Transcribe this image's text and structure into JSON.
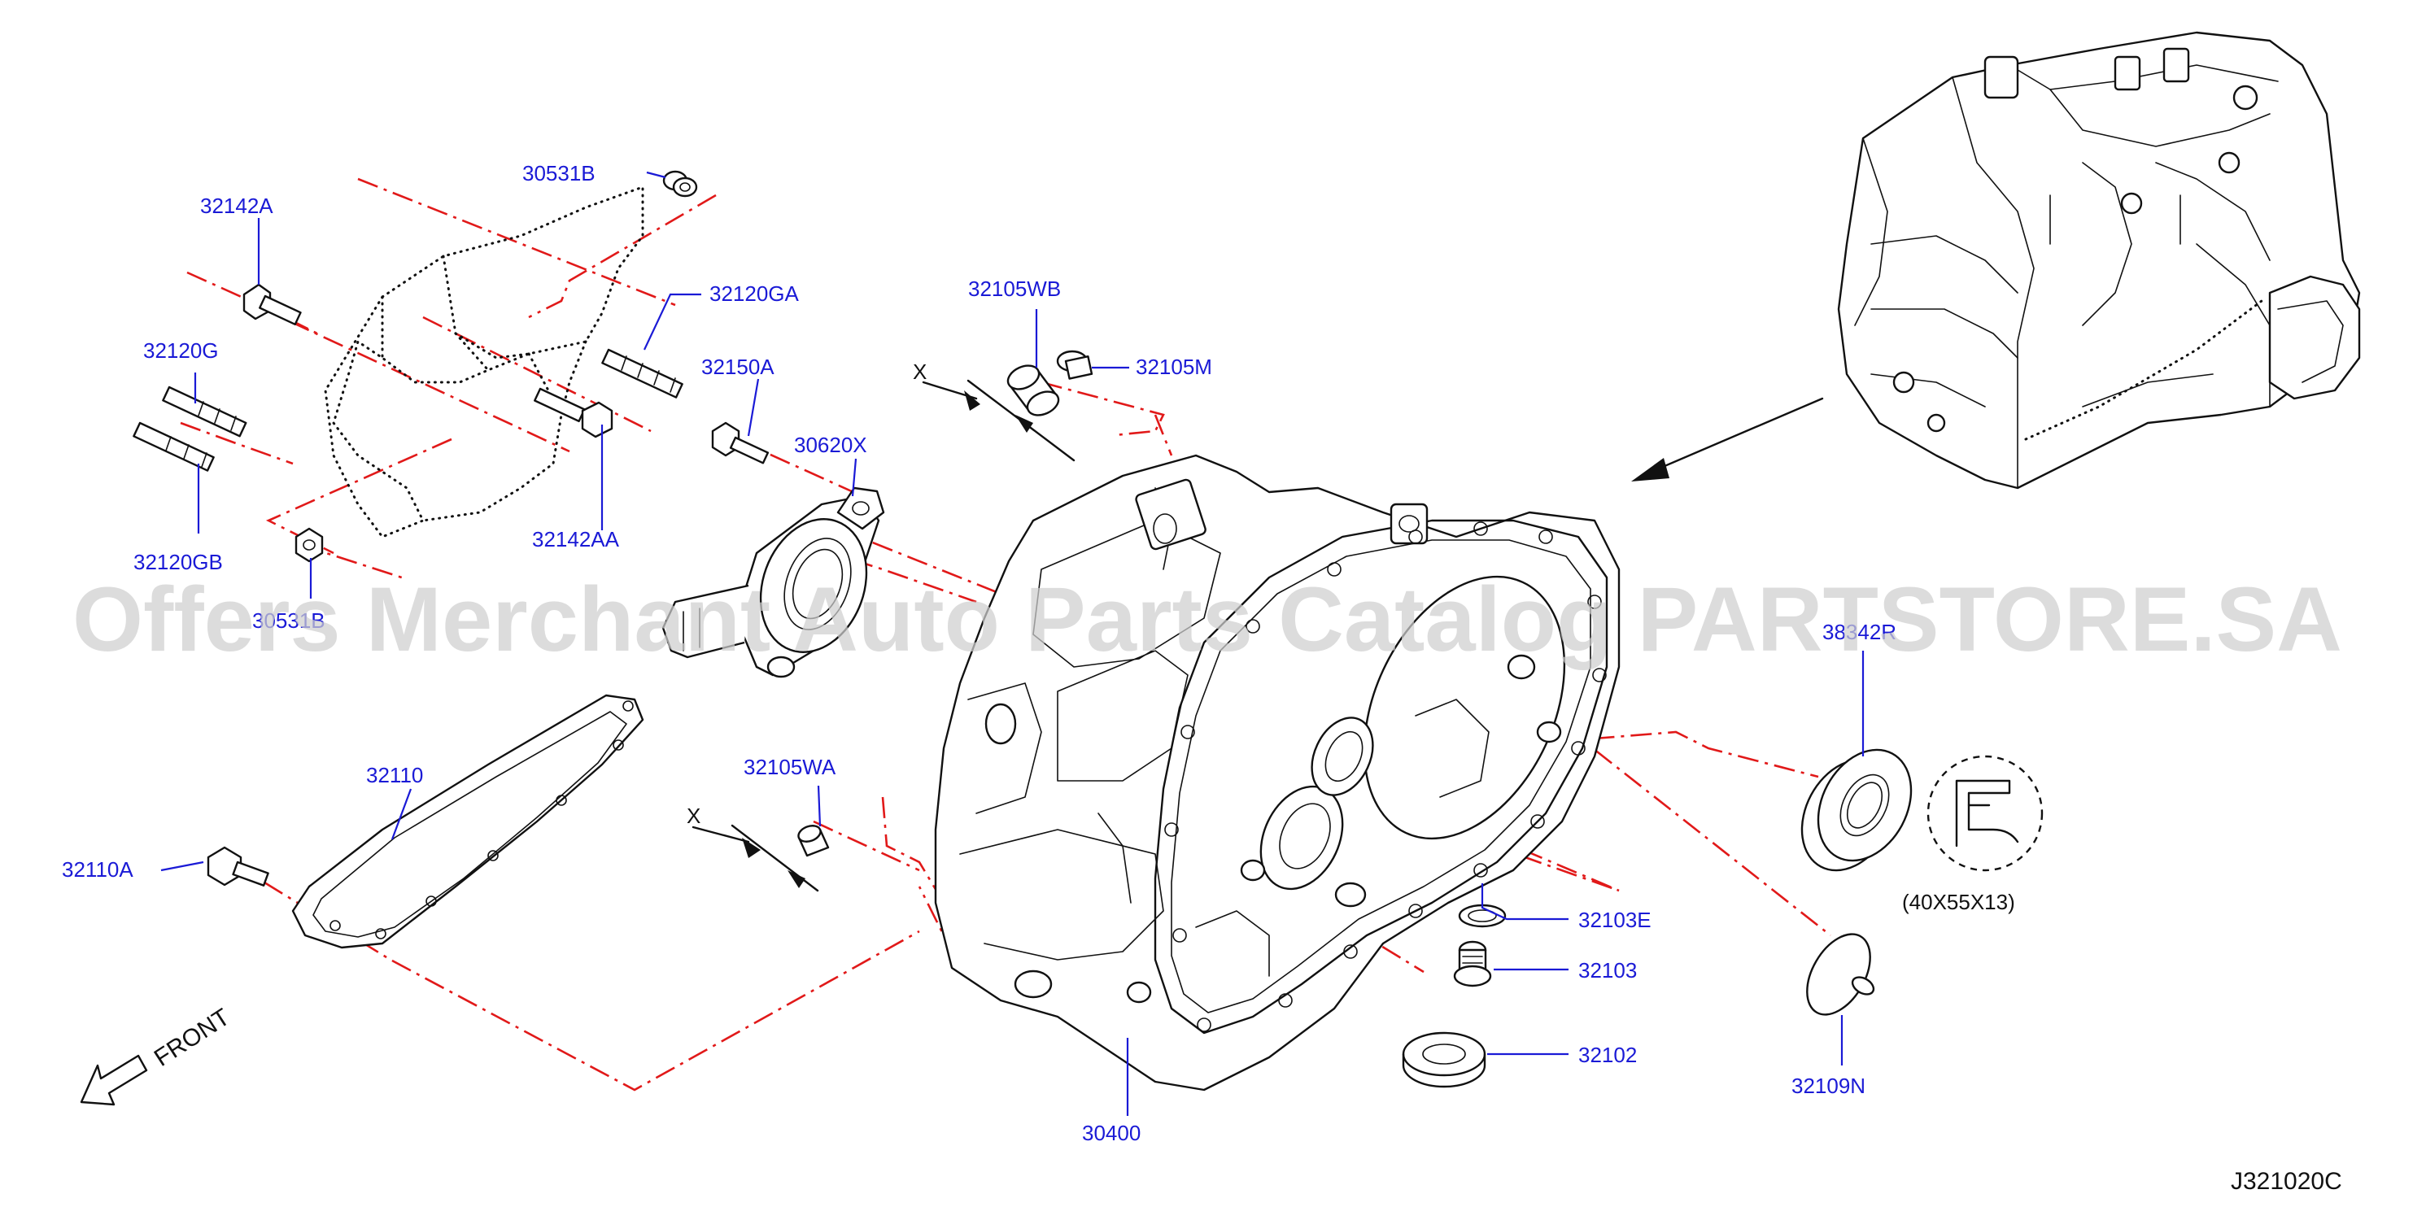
{
  "diagram": {
    "diagram_code": "J321020C",
    "front_label": "FRONT",
    "watermark": "Offers Merchant Auto Parts Catalog PARTSTORE.SA",
    "dimension_note": "(40X55X13)",
    "section_mark": "X",
    "parts": [
      {
        "id": "p_30531b_top",
        "number": "30531B"
      },
      {
        "id": "p_32142a",
        "number": "32142A"
      },
      {
        "id": "p_32120ga",
        "number": "32120GA"
      },
      {
        "id": "p_32120g",
        "number": "32120G"
      },
      {
        "id": "p_32120gb",
        "number": "32120GB"
      },
      {
        "id": "p_32142aa",
        "number": "32142AA"
      },
      {
        "id": "p_30531b_bot",
        "number": "30531B"
      },
      {
        "id": "p_32105wb",
        "number": "32105WB"
      },
      {
        "id": "p_32105m",
        "number": "32105M"
      },
      {
        "id": "p_32150a",
        "number": "32150A"
      },
      {
        "id": "p_30620x",
        "number": "30620X"
      },
      {
        "id": "p_38342r",
        "number": "38342R"
      },
      {
        "id": "p_32110",
        "number": "32110"
      },
      {
        "id": "p_32110a",
        "number": "32110A"
      },
      {
        "id": "p_32105wa",
        "number": "32105WA"
      },
      {
        "id": "p_32103e",
        "number": "32103E"
      },
      {
        "id": "p_32103",
        "number": "32103"
      },
      {
        "id": "p_32102",
        "number": "32102"
      },
      {
        "id": "p_30400",
        "number": "30400"
      },
      {
        "id": "p_32109n",
        "number": "32109N"
      }
    ]
  },
  "colors": {
    "part_label": "#1a1ad6",
    "centerline": "#e11919",
    "line_art": "#111111",
    "watermark": "#cfcfcf",
    "background": "#ffffff"
  }
}
